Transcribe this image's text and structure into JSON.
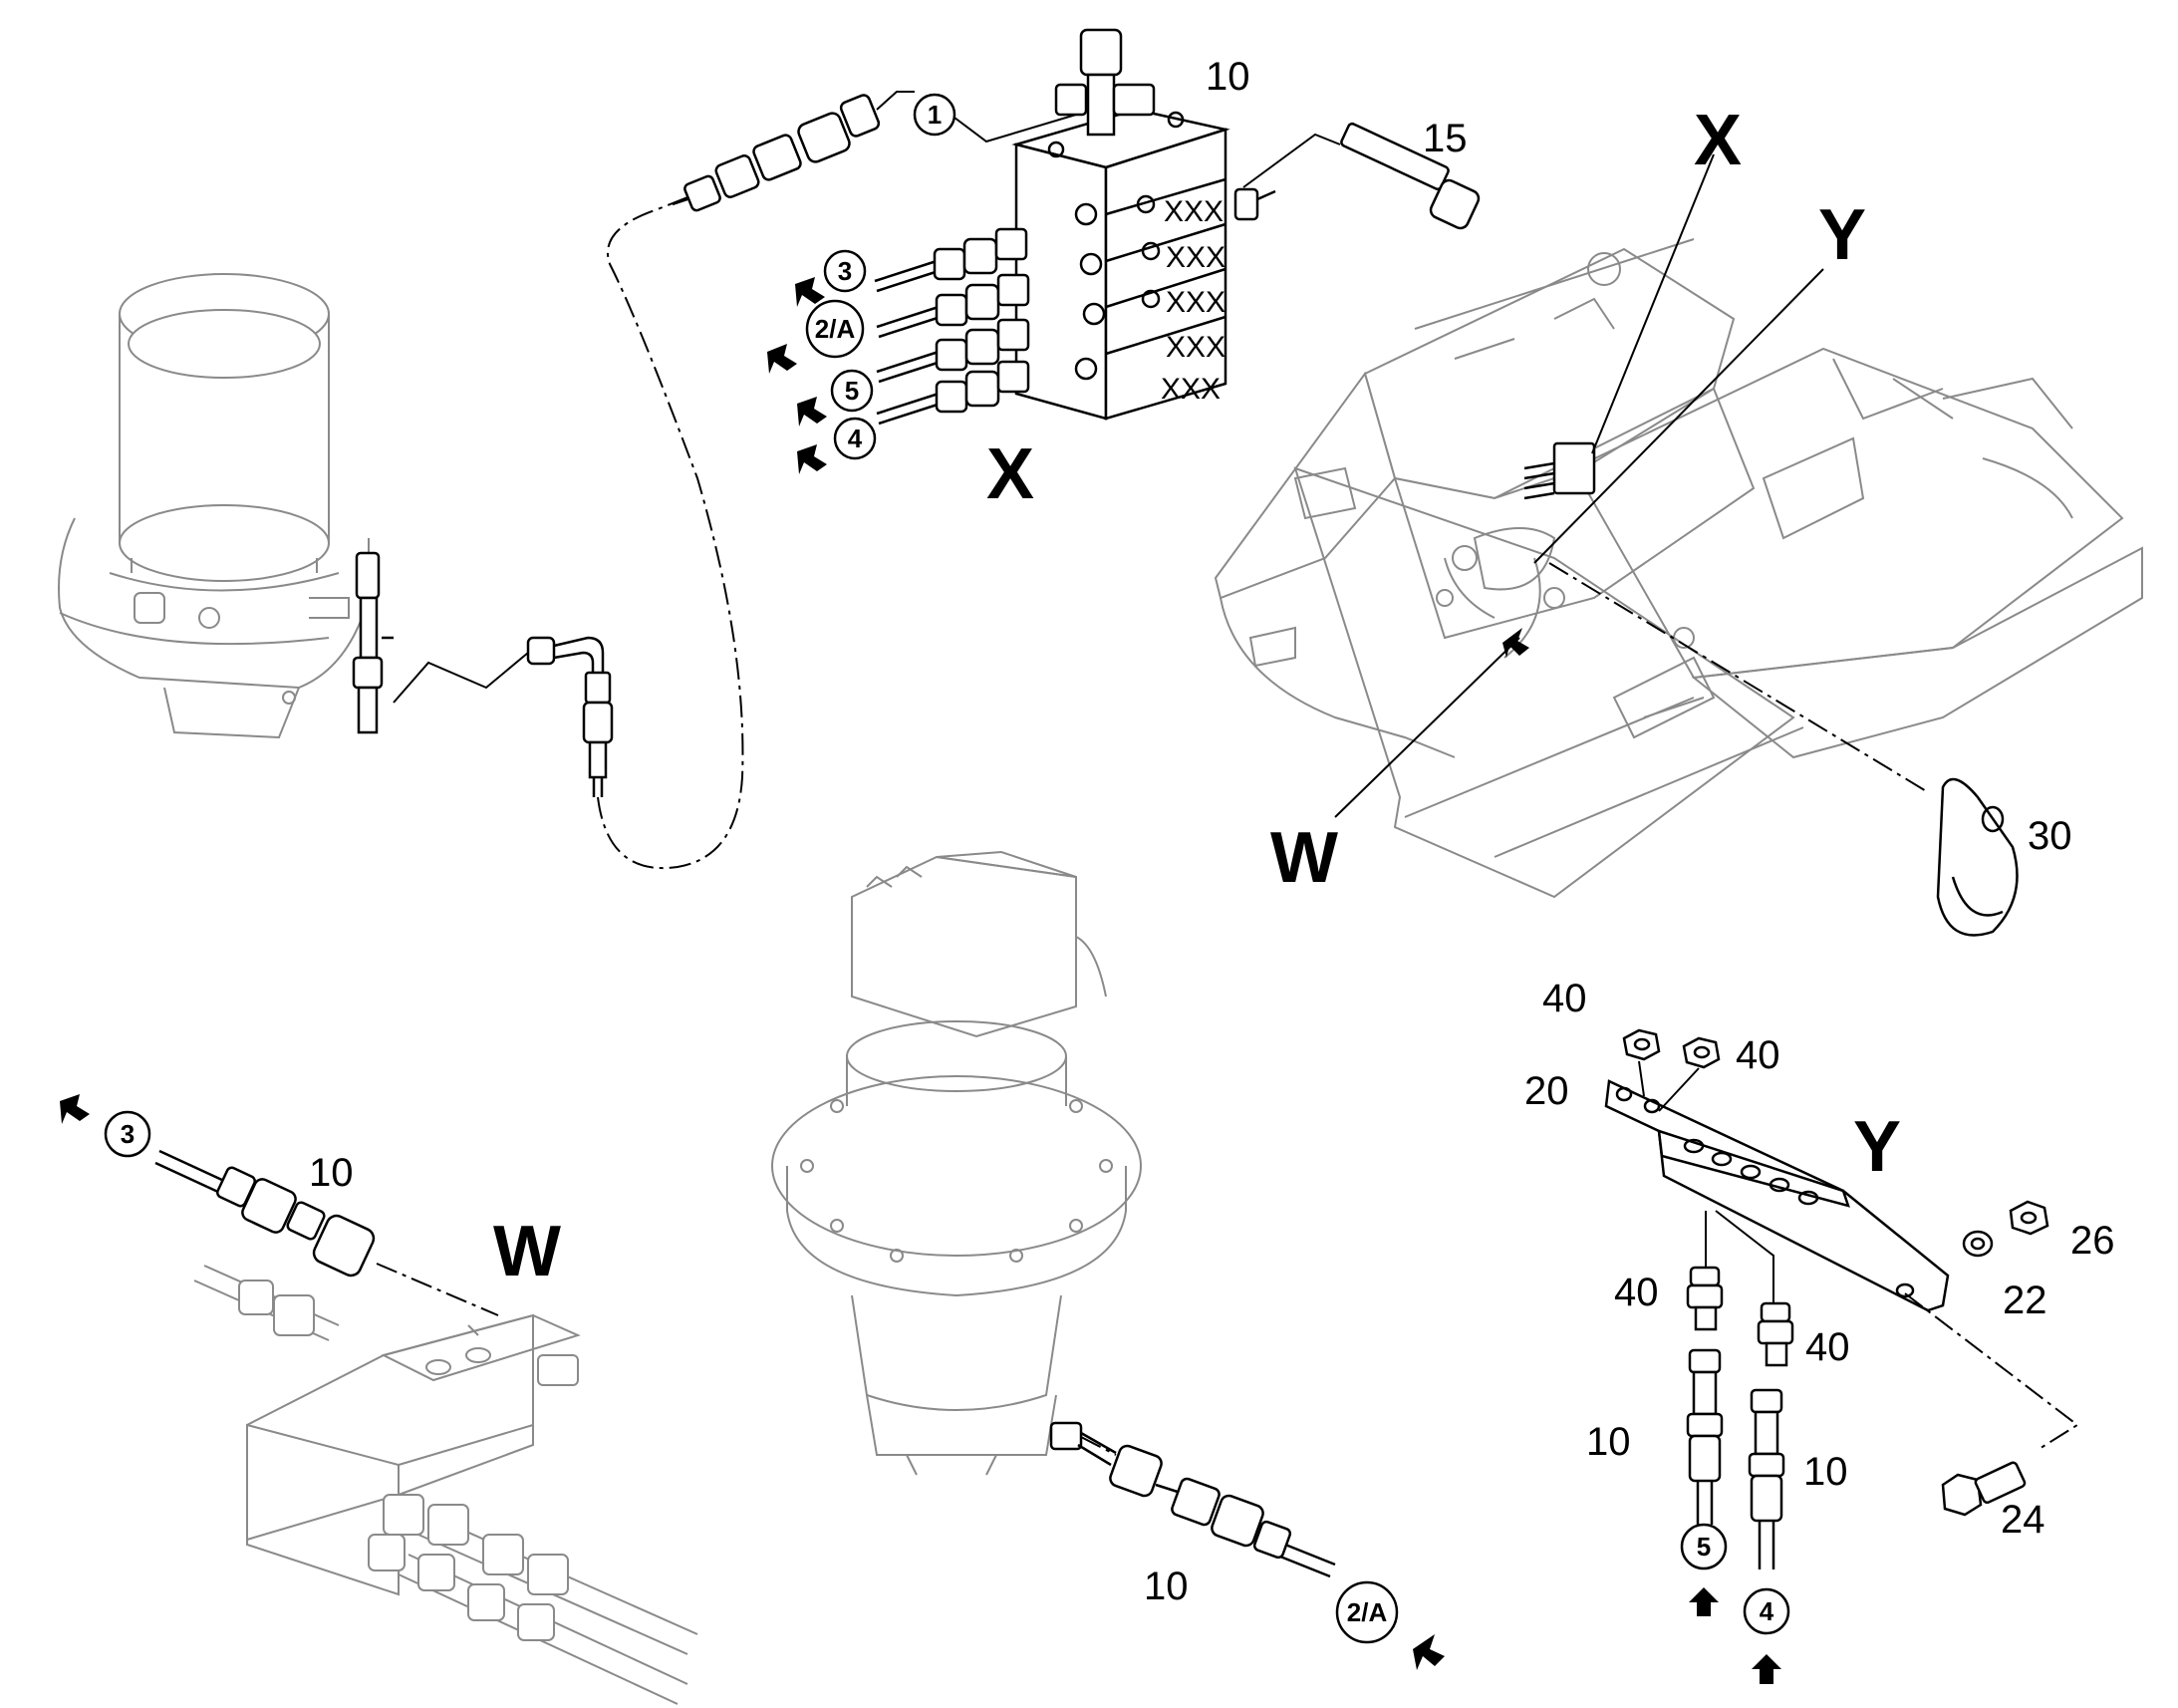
{
  "views": {
    "X": "X",
    "Y": "Y",
    "W": "W"
  },
  "frame_labels": {
    "X": "X",
    "Y": "Y",
    "W": "W"
  },
  "callouts": {
    "x_10": "10",
    "x_15": "15",
    "frame_30": "30",
    "w_10": "10",
    "motor_10": "10",
    "y_40a": "40",
    "y_40b": "40",
    "y_20": "20",
    "y_40c": "40",
    "y_40d": "40",
    "y_10a": "10",
    "y_10b": "10",
    "y_22": "22",
    "y_26": "26",
    "y_24": "24"
  },
  "circled": {
    "x_1": "1",
    "x_3": "3",
    "x_2a": "2/A",
    "x_5": "5",
    "x_4": "4",
    "w_3": "3",
    "motor_2a": "2/A",
    "y_5": "5",
    "y_4": "4"
  },
  "block_marks": [
    "XXX",
    "XXX",
    "XXX",
    "XXX",
    "XXX"
  ],
  "block_side_marks": [
    "2/A",
    "5",
    "4"
  ]
}
